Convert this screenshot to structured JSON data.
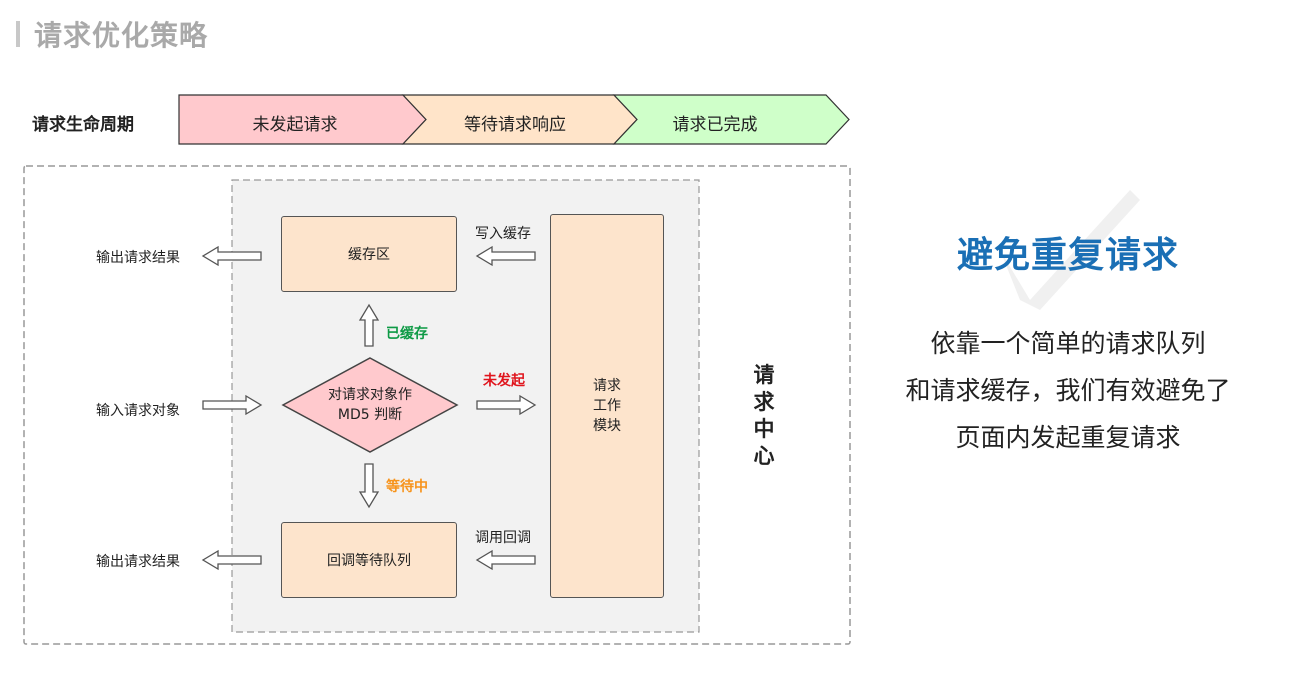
{
  "title": "请求优化策略",
  "lifecycle": {
    "label": "请求生命周期",
    "stages": [
      "未发起请求",
      "等待请求响应",
      "请求已完成"
    ]
  },
  "diagram": {
    "cache_box": "缓存区",
    "callback_queue_box": "回调等待队列",
    "work_module_lines": [
      "请求",
      "工作",
      "模块"
    ],
    "decision_lines": [
      "对请求对象作",
      "MD5 判断"
    ],
    "write_cache": "写入缓存",
    "invoke_callback": "调用回调",
    "output_result_top": "输出请求结果",
    "output_result_bottom": "输出请求结果",
    "input_request": "输入请求对象",
    "status_cached": "已缓存",
    "status_not_started": "未发起",
    "status_waiting": "等待中",
    "request_center_chars": [
      "请",
      "求",
      "中",
      "心"
    ]
  },
  "headline": "避免重复请求",
  "description_lines": [
    "依靠一个简单的请求队列",
    "和请求缓存，我们有效避免了",
    "页面内发起重复请求"
  ],
  "colors": {
    "stage_not_started": "#ffc9cd",
    "stage_waiting": "#ffe4c9",
    "stage_done": "#cfffc9",
    "box_fill": "#fde4cc",
    "status_cached": "#0e9a45",
    "status_not_started": "#e0151d",
    "status_waiting": "#f7941d",
    "headline": "#1a6fb5"
  }
}
